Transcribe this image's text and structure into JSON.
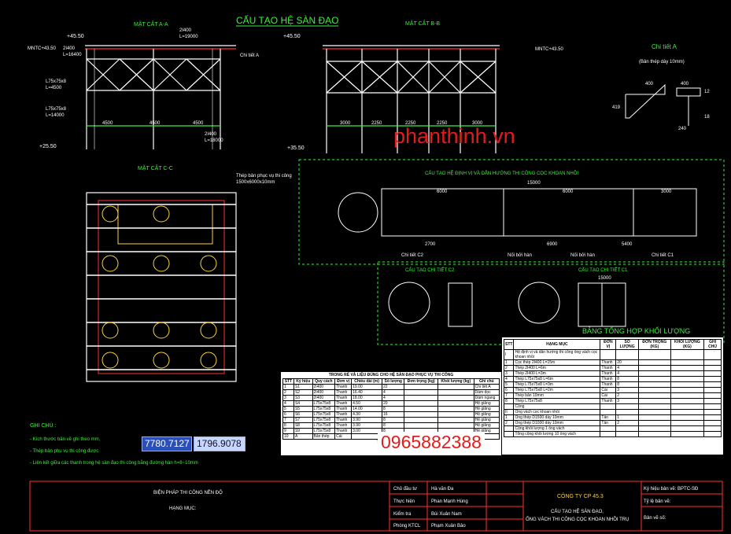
{
  "drawing": {
    "main_title": "CẤU TẠO HỆ SÀN ĐẠO",
    "section_aa": "MẶT CẮT A-A",
    "section_bb": "MẶT CẮT B-B",
    "section_cc": "MẶT CẮT C-C",
    "detail_a": "Chi tiết A",
    "detail_a_note": "(Bản thép dày 10mm)",
    "pile_title": "CẤU TẠO HỆ ĐỊNH VỊ VÀ DẪN HƯỚNG THI CÔNG CỌC KHOAN NHỒI",
    "detail_c2": "CẤU TẠO CHI TIẾT C2",
    "detail_c1": "CẤU TẠO CHI TIẾT C1",
    "summary_title": "BẢNG TỔNG HỢP KHỐI LƯỢNG",
    "notes_title": "GHI CHÚ :",
    "notes": [
      "- Kích thước bản vẽ ghi theo mm,",
      "- Thép bản phụ vụ thi công được",
      "- Liên kết giữa các thanh trong hệ sàn đạo thi công bằng đường hàn h=8~10mm"
    ],
    "labels": {
      "elev_top": "+45.50",
      "elev_top2": "+45.50",
      "elev_mntc": "MNTC+43.50",
      "elev_mntc2": "MNTC+43.50",
      "elev_bot": "+25.50",
      "elev_bot2": "+35.50",
      "i400_a": "2I400",
      "l19000": "L=19000",
      "i400_b": "2I400",
      "l16400": "L=16400",
      "l75_4500": "L75x75x8",
      "l4500": "L=4500",
      "l75_14000": "L75x75x8",
      "l14000": "L=14000",
      "i400_c": "2I400",
      "l18000": "L=18000",
      "dim4500a": "4500",
      "dim4500b": "4500",
      "dim4500c": "4500",
      "dim3000": "3000",
      "dim2250": "2250",
      "dim2250b": "2250",
      "dim2250c": "2250",
      "dim3000b": "3000",
      "det400": "400",
      "det400b": "400",
      "det419": "419",
      "det240": "240",
      "det12": "12",
      "det18": "18",
      "plate_note": "Thép bản phục vụ thi công",
      "plate_size": "1500x6000x10mm",
      "pile15000": "15000",
      "pile6000": "6000",
      "pile6000b": "6000",
      "pile3000": "3000",
      "pile2700": "2700",
      "pile6900": "6900",
      "pile5400": "5400",
      "c2_15000": "15000",
      "chi_tiet_c2": "Chi tiết C2",
      "chi_tiet_c1": "Chi tiết C1",
      "noi_boi_han": "Nối bởi hàn",
      "noi_boi_han2": "Nối bởi hàn"
    }
  },
  "coords": {
    "x": "7780.7127",
    "y": "1796.9078"
  },
  "watermark": "phanthinh.vn",
  "phone": "0965882388",
  "title_block": {
    "rows_left": [
      "Chủ đầu tư",
      "Thực hiện",
      "Kiểm tra",
      "Phòng KTCL"
    ],
    "names": [
      "Hà văn Đa",
      "Phan Mạnh Hùng",
      "Bùi Xuân Nam",
      "Phạm Xuân Bảo"
    ],
    "company": "CÔNG TY CP 45.3",
    "drawing_name": "CẤU TẠO HỆ SÀN ĐẠO,",
    "drawing_name2": "ỐNG VÁCH THI CÔNG CỌC KHOAN NHỒI TRỤ",
    "right_rows": [
      "Ký hiệu bản vẽ: BPTC-SĐ",
      "Tỷ lệ bản vẽ:",
      "Bản vẽ số:"
    ],
    "left_caption": "BIỆN PHÁP THI CÔNG NỀN ĐỘ",
    "left_caption2": "HẠNG MỤC:"
  },
  "table_left": {
    "title": "TRONG RẾ VÀ LIỆU ĐỦNG CHO HỆ SÀN ĐẠO PHỤC VỤ THI CÔNG",
    "headers": [
      "STT",
      "Ký hiệu",
      "Quy cách",
      "Đơn vị",
      "Chiều dài (m)",
      "Số lượng",
      "Đơn trọng (kg)",
      "Khối lượng (kg)",
      "Ghi chú"
    ],
    "rows": [
      [
        "1",
        "S1",
        "2I400",
        "Thanh",
        "19.00",
        "22",
        "",
        "",
        "Chi tiết A"
      ],
      [
        "2",
        "S2",
        "2I400",
        "Thanh",
        "16.40",
        "4",
        "",
        "",
        "Dầm dọc"
      ],
      [
        "3",
        "S3",
        "2I400",
        "Thanh",
        "18.00",
        "4",
        "",
        "",
        "Dầm ngang"
      ],
      [
        "4",
        "S4",
        "L75x75x8",
        "Thanh",
        "4.50",
        "20",
        "",
        "",
        "Hệ giằng"
      ],
      [
        "5",
        "S5",
        "L75x75x8",
        "Thanh",
        "14.00",
        "8",
        "",
        "",
        "Hệ giằng"
      ],
      [
        "6",
        "S6",
        "L75x75x8",
        "Thanh",
        "4.30",
        "16",
        "",
        "",
        "Hệ giằng"
      ],
      [
        "7",
        "S7",
        "L75x75x8",
        "Thanh",
        "3.90",
        "8",
        "",
        "",
        "Hệ giằng"
      ],
      [
        "8",
        "S8",
        "L75x75x8",
        "Thanh",
        "3.90",
        "8",
        "",
        "",
        "Hệ giằng"
      ],
      [
        "9",
        "S9",
        "L75x75x8",
        "Thanh",
        "3.00",
        "8",
        "",
        "",
        "Hệ giằng"
      ],
      [
        "10",
        "A",
        "Bản thép",
        "Cái",
        "",
        "",
        "",
        "",
        ""
      ]
    ],
    "total": "Tổng khối lượng"
  },
  "table_right": {
    "headers": [
      "STT",
      "HẠNG MỤC",
      "ĐƠN VỊ",
      "SỐ LƯỢNG",
      "ĐƠN TRỌNG (KG)",
      "KHỐI LƯỢNG (KG)",
      "GHI CHÚ"
    ],
    "rows": [
      [
        "I",
        "Hệ định vị và dẫn hướng thi công ống vách cọc khoan nhồi",
        "",
        "",
        "",
        "",
        ""
      ],
      [
        "1",
        "Cọc thép 2I400 L=15m",
        "Thanh",
        "20",
        "",
        "",
        ""
      ],
      [
        "2",
        "Thép 2I400 L=6m",
        "Thanh",
        "4",
        "",
        "",
        ""
      ],
      [
        "3",
        "Thép 2I400 L=3m",
        "Thanh",
        "4",
        "",
        "",
        ""
      ],
      [
        "4",
        "Thép L75x75x8 L=6m",
        "Thanh",
        "8",
        "",
        "",
        ""
      ],
      [
        "5",
        "Thép L75x75x8 L=3m",
        "Thanh",
        "8",
        "",
        "",
        ""
      ],
      [
        "6",
        "Thép L75x75x8 L=2m",
        "Cái",
        "3",
        "",
        "",
        ""
      ],
      [
        "7",
        "Thép bản 10mm",
        "Cái",
        "2",
        "",
        "",
        ""
      ],
      [
        "8",
        "Thép L75x75x8",
        "Thanh",
        "3",
        "",
        "",
        ""
      ],
      [
        "",
        "Cộng",
        "",
        "",
        "",
        "",
        ""
      ],
      [
        "II",
        "Ống vách cọc khoan nhồi",
        "",
        "",
        "",
        "",
        ""
      ],
      [
        "1",
        "Ống thép D1500 dày 10mm",
        "Tấn",
        "1",
        "",
        "",
        ""
      ],
      [
        "2",
        "Ống thép D1000 dày 10mm",
        "Tấn",
        "2",
        "",
        "",
        ""
      ],
      [
        "",
        "Cộng khối lượng 1 ống vách",
        "",
        "",
        "",
        "",
        ""
      ],
      [
        "",
        "Tổng cộng khối lượng 10 ống vách",
        "",
        "",
        "",
        "",
        ""
      ]
    ]
  }
}
